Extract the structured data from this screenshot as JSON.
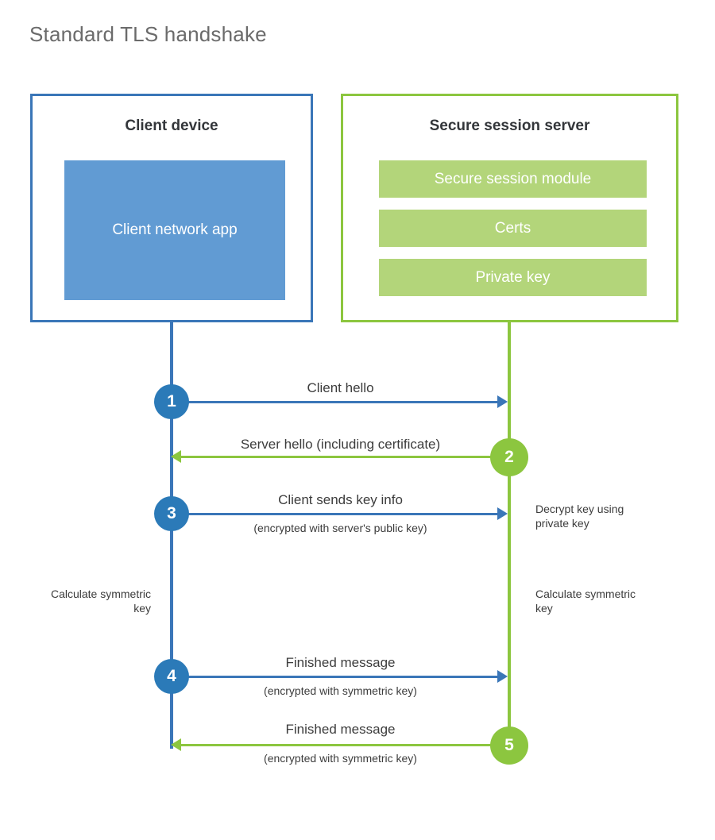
{
  "diagram": {
    "title": "Standard TLS handshake",
    "colors": {
      "client_accent": "#3a76b8",
      "client_circle": "#2b7ab8",
      "client_fill": "#619bd3",
      "server_accent": "#8cc63f",
      "server_fill": "#b3d57a",
      "text": "#3c3c3c",
      "title_text": "#6b6b6b",
      "background": "#ffffff"
    }
  },
  "entities": {
    "client": {
      "title": "Client device",
      "inner_block": "Client network app"
    },
    "server": {
      "title": "Secure session server",
      "bars": [
        "Secure session module",
        "Certs",
        "Private key"
      ]
    }
  },
  "steps": [
    {
      "number": "1",
      "direction": "client-to-server",
      "label": "Client hello",
      "sub_label": ""
    },
    {
      "number": "2",
      "direction": "server-to-client",
      "label": "Server hello (including certificate)",
      "sub_label": ""
    },
    {
      "number": "3",
      "direction": "client-to-server",
      "label": "Client sends key info",
      "sub_label": "(encrypted with server's public key)"
    },
    {
      "number": "4",
      "direction": "client-to-server",
      "label": "Finished message",
      "sub_label": "(encrypted with symmetric key)"
    },
    {
      "number": "5",
      "direction": "server-to-client",
      "label": "Finished message",
      "sub_label": "(encrypted with symmetric key)"
    }
  ],
  "annotations": {
    "decrypt_key": "Decrypt key using private key",
    "client_calculate": "Calculate symmetric key",
    "server_calculate": "Calculate symmetric key"
  }
}
